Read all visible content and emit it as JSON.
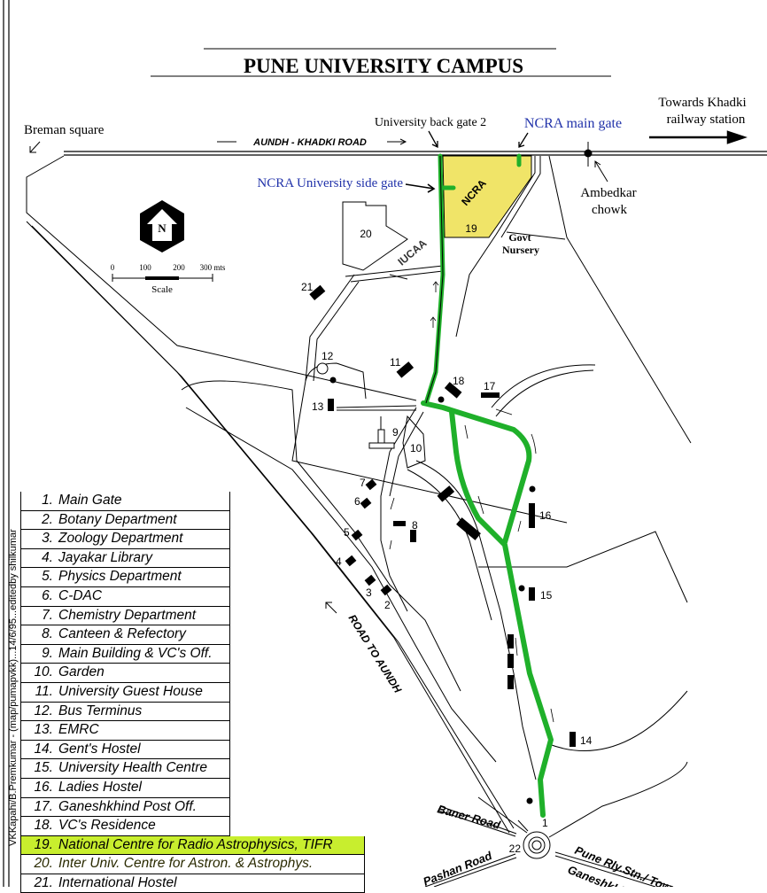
{
  "title": "PUNE  UNIVERSITY  CAMPUS",
  "labels": {
    "breman_square": "Breman square",
    "aundh_khadki_road": "AUNDH - KHADKI ROAD",
    "university_back_gate": "University back gate 2",
    "ncra_main_gate": "NCRA main gate",
    "towards_khadki_1": "Towards Khadki",
    "towards_khadki_2": "railway station",
    "ambedkar_1": "Ambedkar",
    "ambedkar_2": "chowk",
    "ncra_side_gate": "NCRA University side gate",
    "ncra": "NCRA",
    "iucaa": "IUCAA",
    "govt_1": "Govt",
    "govt_2": "Nursery",
    "road_to_aundh": "ROAD  TO  AUNDH",
    "baner_road": "Baner Road",
    "pashan_road": "Pashan Road",
    "pune_rly": "Pune Rly.Stn./ Town",
    "ganeshkhind": "Ganeshkhind",
    "roundabout_num": "22"
  },
  "compass": {
    "letter": "N"
  },
  "scale": {
    "ticks": [
      "0",
      "100",
      "200",
      "300 mts"
    ],
    "label": "Scale"
  },
  "building_numbers": [
    "1",
    "2",
    "3",
    "4",
    "5",
    "6",
    "7",
    "8",
    "9",
    "10",
    "11",
    "12",
    "13",
    "14",
    "15",
    "16",
    "17",
    "18",
    "19",
    "20",
    "21"
  ],
  "legend": [
    {
      "num": "1.",
      "name": "Main Gate"
    },
    {
      "num": "2.",
      "name": "Botany Department"
    },
    {
      "num": "3.",
      "name": "Zoology Department"
    },
    {
      "num": "4.",
      "name": "Jayakar Library"
    },
    {
      "num": "5.",
      "name": "Physics Department"
    },
    {
      "num": "6.",
      "name": "C-DAC"
    },
    {
      "num": "7.",
      "name": "Chemistry  Department"
    },
    {
      "num": "8.",
      "name": "Canteen & Refectory"
    },
    {
      "num": "9.",
      "name": "Main Building & VC's Off."
    },
    {
      "num": "10.",
      "name": "Garden"
    },
    {
      "num": "11.",
      "name": "University Guest House"
    },
    {
      "num": "12.",
      "name": "Bus Terminus"
    },
    {
      "num": "13.",
      "name": "EMRC"
    },
    {
      "num": "14.",
      "name": "Gent's Hostel"
    },
    {
      "num": "15.",
      "name": "University Health Centre"
    },
    {
      "num": "16.",
      "name": "Ladies Hostel"
    },
    {
      "num": "17.",
      "name": "Ganeshkhind Post Off."
    },
    {
      "num": "18.",
      "name": "VC's  Residence"
    },
    {
      "num": "19.",
      "name": "National Centre for Radio Astrophysics,     TIFR"
    },
    {
      "num": "20.",
      "name": "Inter Univ.  Centre for Astron.  &  Astrophys."
    },
    {
      "num": "21.",
      "name": "International Hostel"
    }
  ],
  "credit": "VKKapahi/B.Premkumar - (map/pumapvkk)...14/6/95...editedby shilkumar",
  "colors": {
    "route": "#1fb02a",
    "ncra_area": "#f0e468",
    "highlight": "#c8ee2e",
    "gate_label": "#2233aa"
  }
}
